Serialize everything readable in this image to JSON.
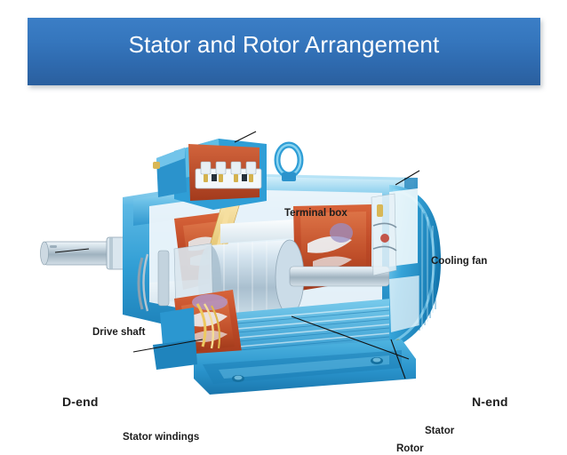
{
  "slide": {
    "background_color": "#ffffff",
    "title": "Stator and Rotor Arrangement",
    "title_banner": {
      "gradient_top": "#3b7ec6",
      "gradient_bottom": "#2a5f9e",
      "text_color": "#ffffff"
    }
  },
  "figure": {
    "name": "cutaway-electric-motor-diagram",
    "description": "Cutaway illustration of a three-phase induction motor showing stator and rotor arrangement",
    "colors": {
      "housing_blue": "#3fa9dc",
      "housing_blue_dark": "#1f7fba",
      "housing_blue_light": "#9fd8f2",
      "winding_orange": "#c8502a",
      "winding_orange_light": "#e07a4c",
      "coil_yellow": "#f0d48a",
      "shaft_grey": "#b9c6cf",
      "shaft_grey_light": "#e4ecf1",
      "leader_line": "#1a1a1a"
    },
    "labels": [
      {
        "id": "terminal-box",
        "text": "Terminal box",
        "style": "small"
      },
      {
        "id": "cooling-fan",
        "text": "Cooling fan",
        "style": "small"
      },
      {
        "id": "drive-shaft",
        "text": "Drive shaft",
        "style": "small"
      },
      {
        "id": "d-end",
        "text": "D-end",
        "style": "big"
      },
      {
        "id": "n-end",
        "text": "N-end",
        "style": "big"
      },
      {
        "id": "stator-windings",
        "text": "Stator windings",
        "style": "small"
      },
      {
        "id": "stator",
        "text": "Stator",
        "style": "small"
      },
      {
        "id": "rotor",
        "text": "Rotor",
        "style": "small"
      }
    ]
  }
}
